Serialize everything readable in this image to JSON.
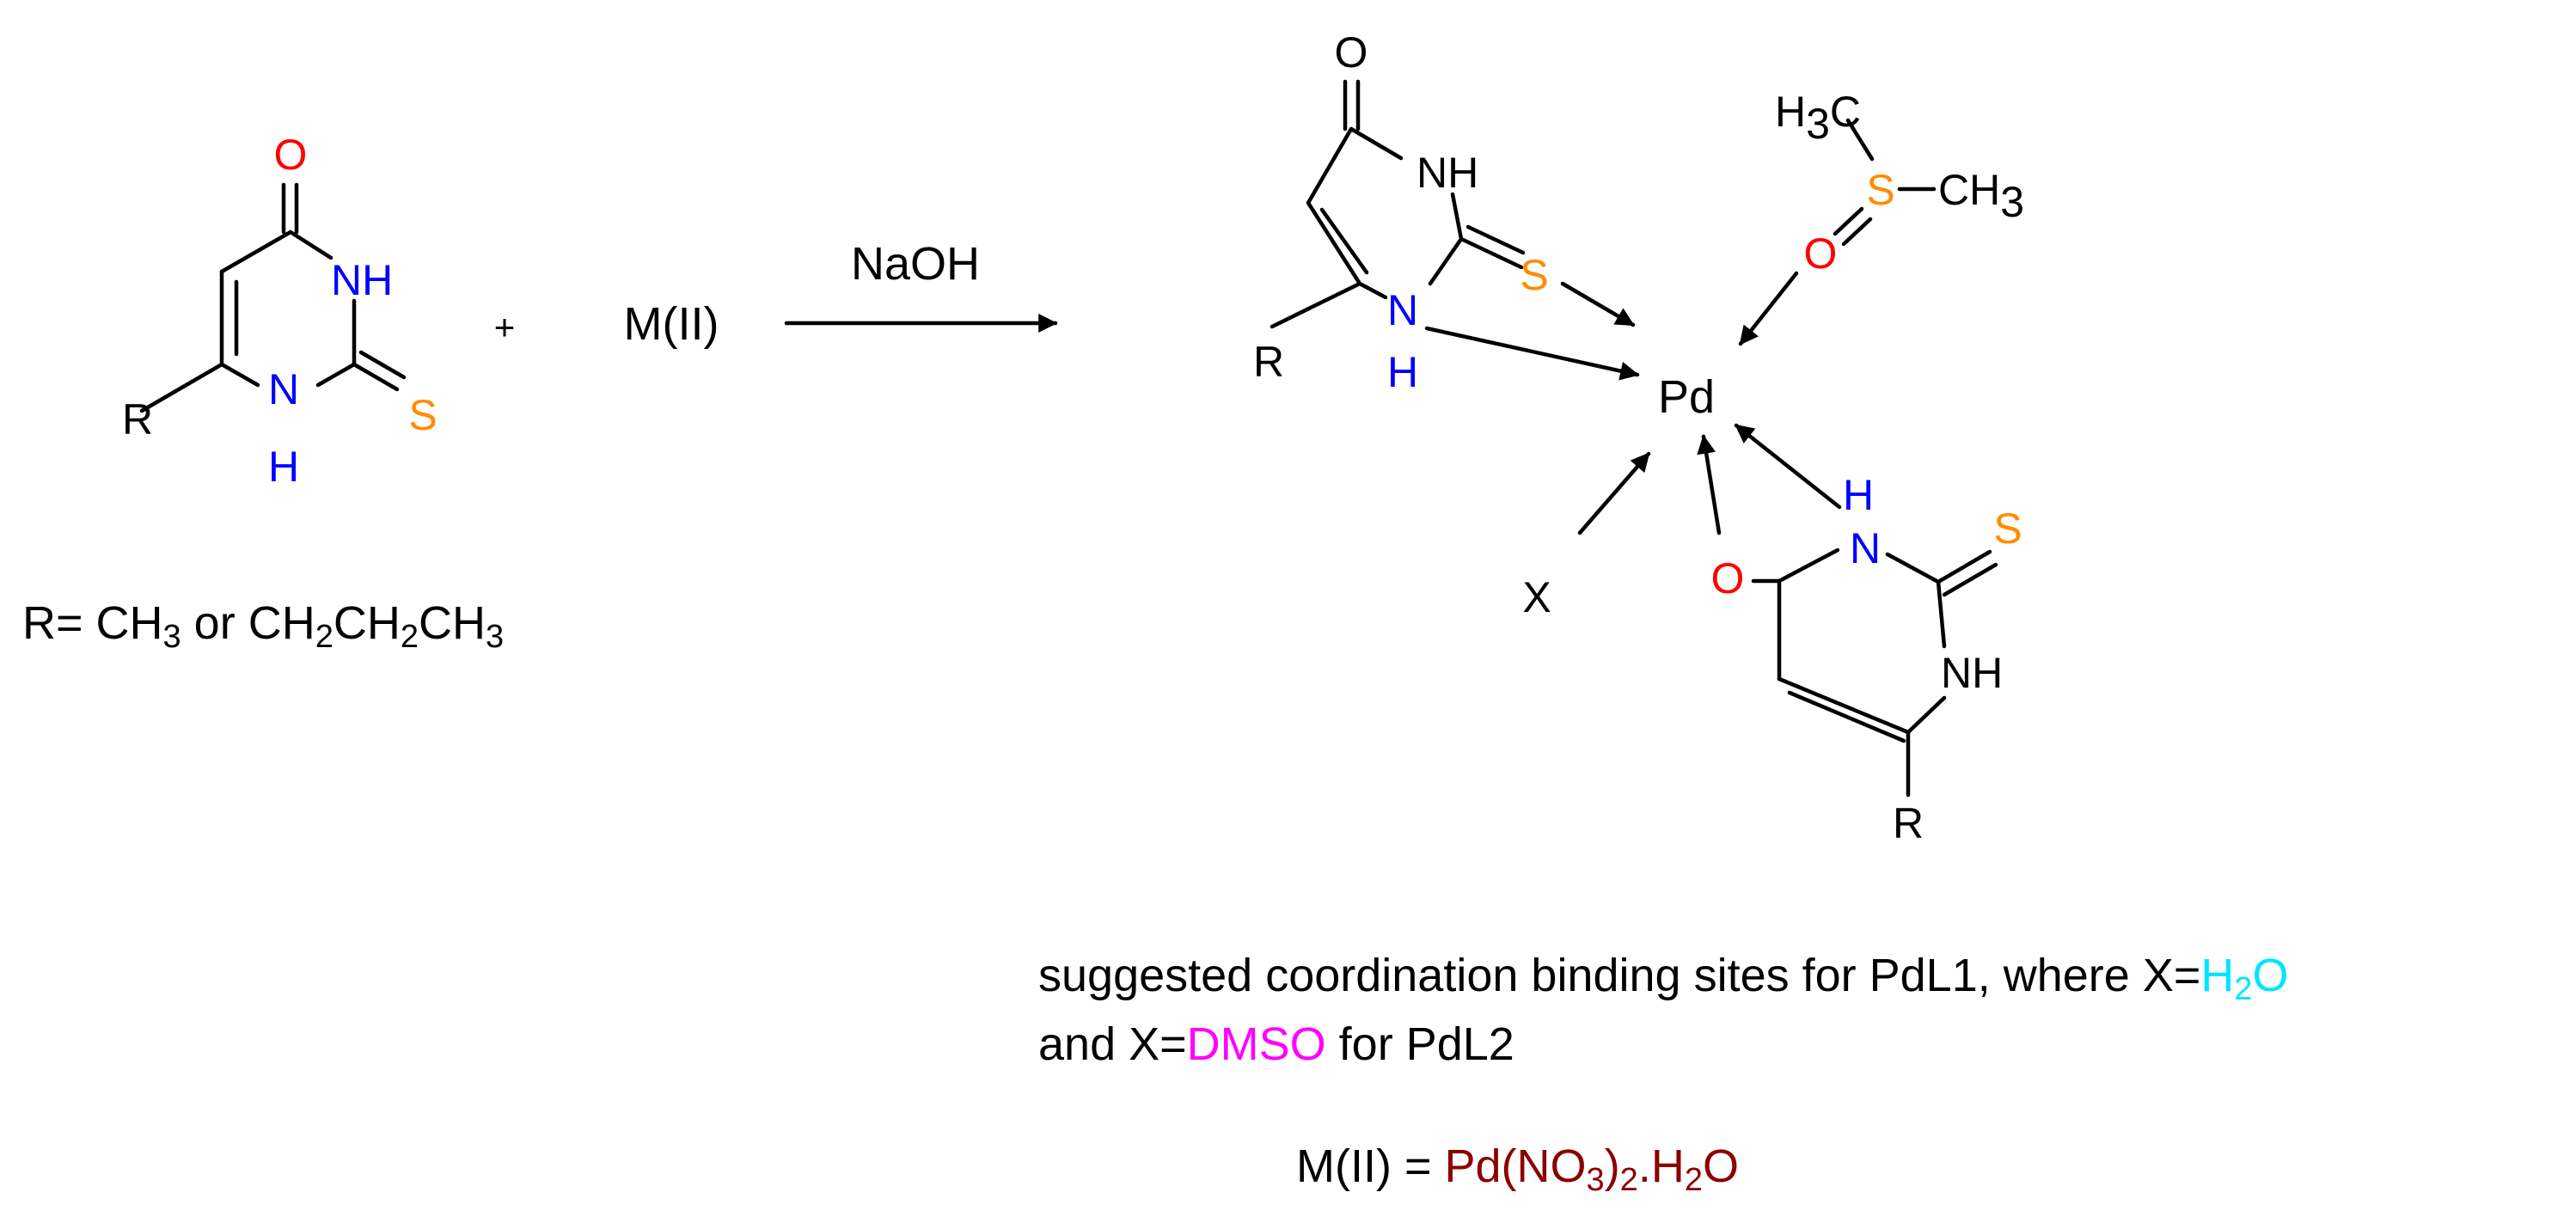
{
  "atoms": {
    "O": "O",
    "N": "N",
    "H": "H",
    "NH": "NH",
    "S": "S",
    "R": "R",
    "X": "X",
    "Pd": "Pd",
    "C": "C",
    "three": "3",
    "H3C_lead": "H",
    "CH3_lead": "CH"
  },
  "reagent_text": {
    "plus": "+",
    "metal": "M(II)",
    "base": "NaOH"
  },
  "r_definition": {
    "prefix": "R= CH",
    "sub1": "3",
    "mid1": " or CH",
    "sub2": "2",
    "mid2": "CH",
    "sub3": "2",
    "mid3": "CH",
    "sub4": "3"
  },
  "caption": {
    "line1_text": "suggested coordination binding sites for PdL1, where X=",
    "line1_h2o_a": "H",
    "line1_h2o_sub": "2",
    "line1_h2o_b": "O",
    "line2_a": "and X=",
    "line2_dmso": "DMSO",
    "line2_b": " for PdL2"
  },
  "metal_definition": {
    "prefix": "M(II) = ",
    "a": "Pd(NO",
    "sub1": "3",
    "b": ")",
    "sub2": "2",
    "c": ".H",
    "sub3": "2",
    "d": "O"
  },
  "colors": {
    "oxygen": "#ff0000",
    "nitrogen": "#0000ff",
    "sulfur": "#ff8c00",
    "text": "#000000",
    "water_highlight": "#00e5ff",
    "dmso_highlight": "#ff00ff",
    "metal_salt": "#8b0000"
  }
}
